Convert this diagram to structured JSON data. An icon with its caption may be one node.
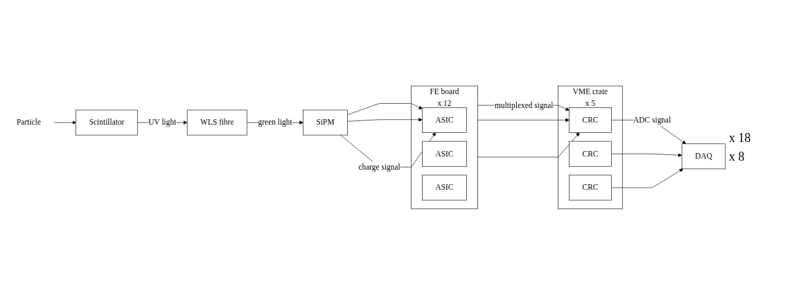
{
  "diagram": {
    "nodes": [
      {
        "text": [
          "Particle"
        ]
      },
      {
        "text": [
          "Scintillator"
        ]
      },
      {
        "text": [
          "WLS fibre"
        ]
      },
      {
        "text": [
          "SiPM"
        ]
      },
      {
        "text": [
          "DAQ"
        ]
      },
      {
        "text": [
          "VME crate",
          "x 5"
        ]
      },
      {
        "text": [
          "CRC"
        ],
        "in": 5
      },
      {
        "text": [
          "CRC"
        ],
        "in": 5
      },
      {
        "text": [
          "CRC"
        ],
        "in": 5
      },
      {
        "text": [
          "FE board",
          "x 12"
        ]
      },
      {
        "text": [
          "ASIC"
        ],
        "in": 9
      },
      {
        "text": [
          "ASIC"
        ],
        "in": 9
      },
      {
        "text": [
          "ASIC"
        ],
        "in": 9
      }
    ],
    "edges": [
      {
        "from": 0,
        "to": 1,
        "arrow": "to"
      },
      {
        "from": 1,
        "to": 2,
        "arrow": "to",
        "label": "UV light"
      },
      {
        "from": 2,
        "to": 3,
        "arrow": "to",
        "label": "green light"
      },
      {
        "from": 3,
        "to": 10,
        "arrow": "to"
      },
      {
        "from": 3,
        "to": 10,
        "arrow": "to"
      },
      {
        "from": 3,
        "to": 10,
        "arrow": "to",
        "label": "charge signal"
      },
      {
        "from": 9,
        "to": 6,
        "arrow": "to",
        "label": "multiplexed signal"
      },
      {
        "from": 9,
        "to": 6,
        "arrow": "to"
      },
      {
        "from": 9,
        "to": 6,
        "arrow": "to"
      },
      {
        "from": 6,
        "to": 4,
        "arrow": "to",
        "label": "ADC signal"
      },
      {
        "from": 7,
        "to": 4,
        "arrow": "to"
      },
      {
        "from": 8,
        "to": 4,
        "arrow": "to"
      }
    ],
    "labels": [
      "x 18",
      "x 8"
    ]
  }
}
